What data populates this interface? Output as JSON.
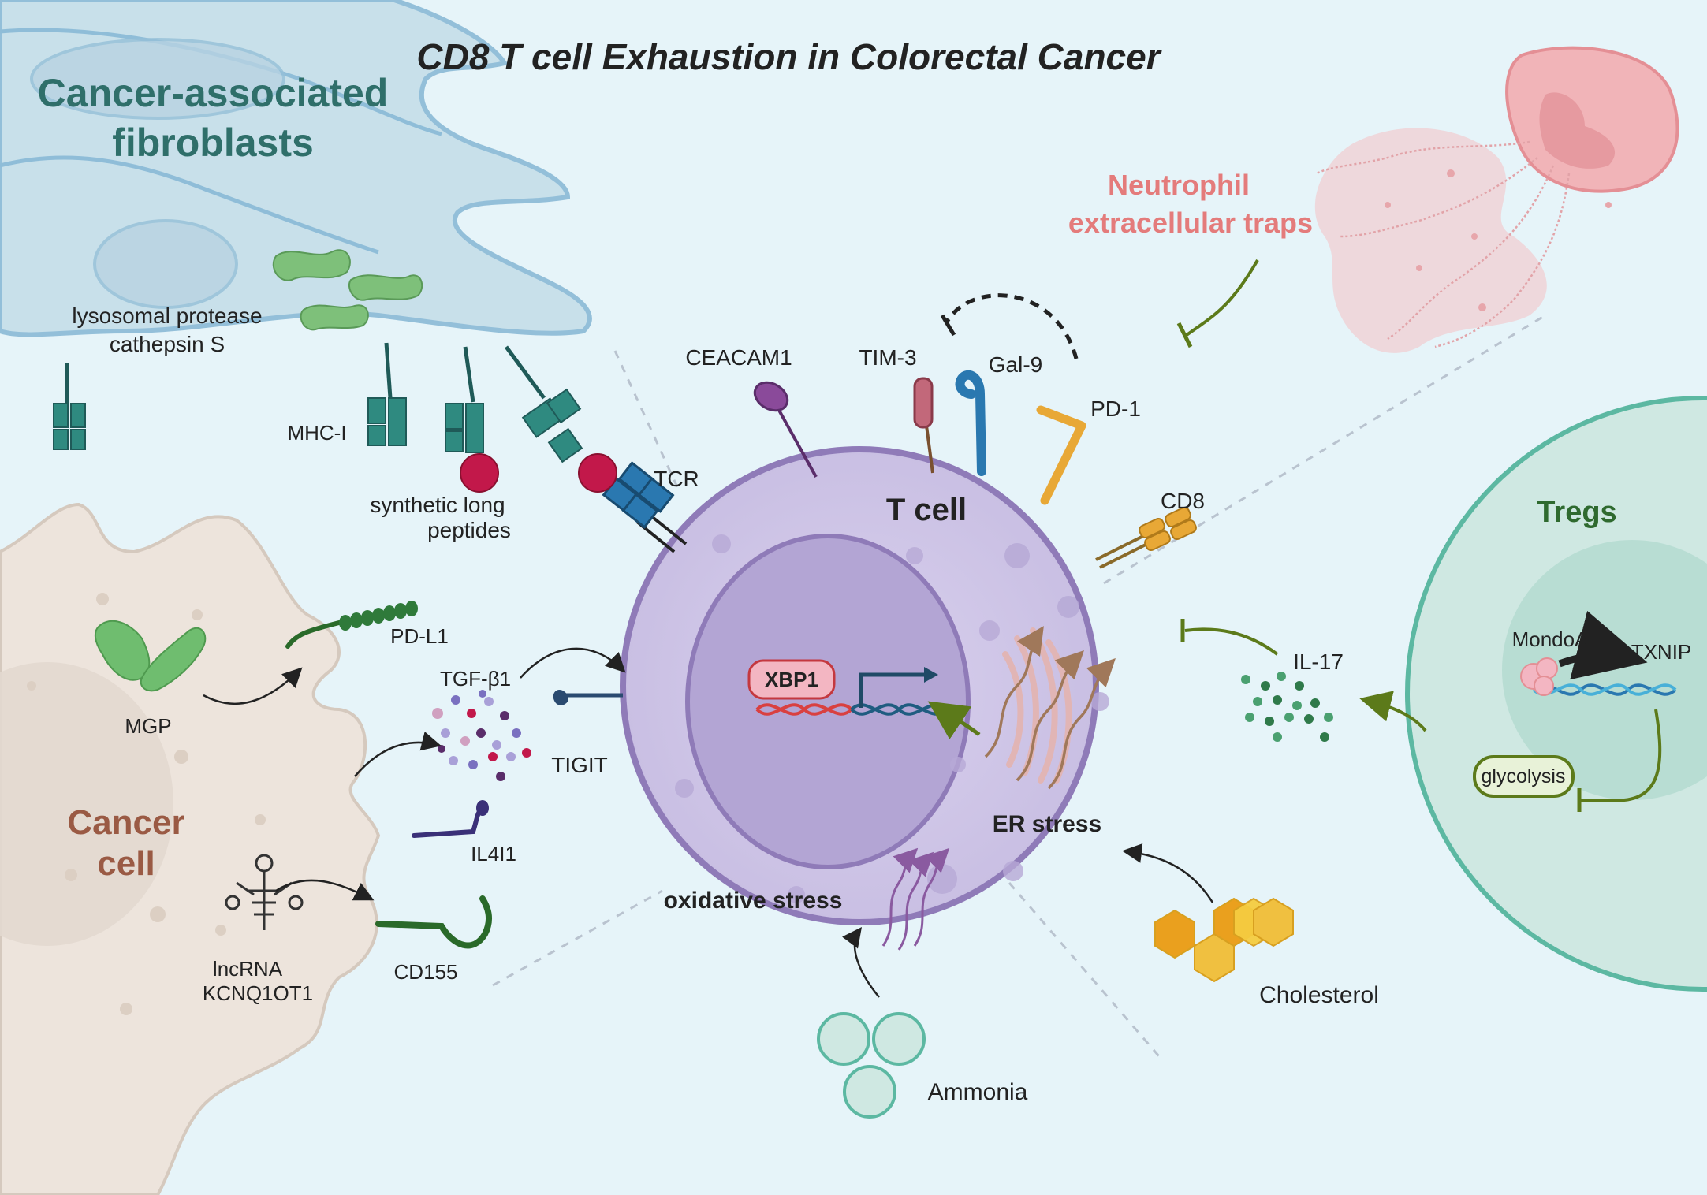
{
  "title": "CD8 T cell Exhaustion in Colorectal Cancer",
  "cells": {
    "caf": [
      "Cancer-associated",
      "fibroblasts"
    ],
    "cancer": [
      "Cancer",
      "cell"
    ],
    "tcell": "T cell",
    "tregs": "Tregs",
    "net": [
      "Neutrophil",
      "extracellular traps"
    ]
  },
  "molecules": {
    "cathepsin": [
      "lysosomal protease",
      "cathepsin S"
    ],
    "mhc": "MHC-I",
    "slp": [
      "synthetic long",
      "peptides"
    ],
    "tcr": "TCR",
    "ceacam1": "CEACAM1",
    "tim3": "TIM-3",
    "gal9": "Gal-9",
    "pd1": "PD-1",
    "cd8": "CD8",
    "pdl1": "PD-L1",
    "mgp": "MGP",
    "tgfb1": "TGF-β1",
    "tigit": "TIGIT",
    "il4i1": "IL4I1",
    "lncrna": [
      "lncRNA",
      "KCNQ1OT1"
    ],
    "cd155": "CD155",
    "xbp1": "XBP1",
    "er_stress": "ER stress",
    "oxidative": "oxidative stress",
    "il17": "IL-17",
    "mondoa": "MondoA",
    "txnip": "TXNIP",
    "glycolysis": "glycolysis",
    "cholesterol": "Cholesterol",
    "ammonia": "Ammonia"
  },
  "colors": {
    "background": "#e6f4f9",
    "caf": "#2f6f6a",
    "cancer": "#9a5a44",
    "net": "#e47b7b",
    "tregs": "#2f6a2f",
    "tcell_fill": "#cfc6e6",
    "tcell_border": "#8f7bb8",
    "inhibit": "#5c7a1a"
  }
}
